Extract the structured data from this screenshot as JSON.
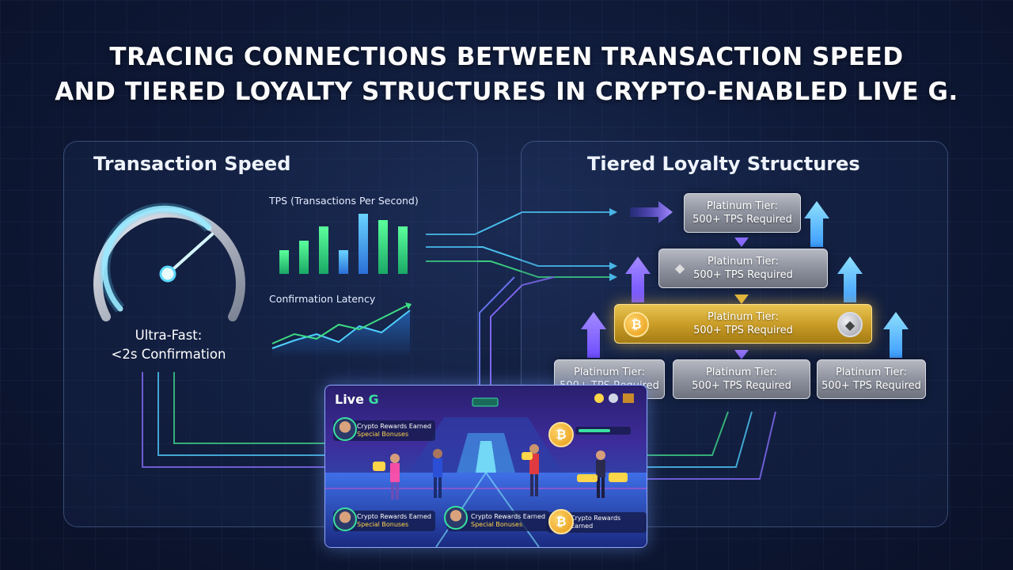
{
  "title": {
    "line1": "TRACING CONNECTIONS BETWEEN TRANSACTION SPEED",
    "line2": "AND TIERED LOYALTY STRUCTURES IN CRYPTO-ENABLED LIVE G."
  },
  "left_panel": {
    "title": "Transaction Speed",
    "speed_label_line1": "Ultra-Fast:",
    "speed_label_line2": "<2s Confirmation",
    "tps_label": "TPS (Transactions Per Second)",
    "latency_label": "Confirmation Latency"
  },
  "right_panel": {
    "title": "Tiered Loyalty Structures",
    "tiers": [
      {
        "line1": "Platinum Tier:",
        "line2": "500+ TPS Required"
      },
      {
        "line1": "Platinum Tier:",
        "line2": "500+ TPS Required"
      },
      {
        "line1": "Platinum Tier:",
        "line2": "500+ TPS Required"
      },
      {
        "line1": "Platinum Tier:",
        "line2": "500+ TPS Required"
      },
      {
        "line1": "Platinum Tier:",
        "line2": "500+ TPS Required"
      },
      {
        "line1": "Platinum Tier:",
        "line2": "500+ TPS Required"
      }
    ]
  },
  "game": {
    "brand": "Live",
    "brand_accent": "G",
    "label_main": "Crypto Rewards Earned",
    "label_sub": "Special Bonuses"
  },
  "icons": {
    "btc": "bitcoin-icon",
    "eth": "ethereum-icon"
  },
  "colors": {
    "background": "#0f1a38",
    "accent_cyan": "#5ad8ff",
    "accent_green": "#3ddc84",
    "accent_purple": "#8a6dff",
    "gold": "#e0b43c"
  }
}
